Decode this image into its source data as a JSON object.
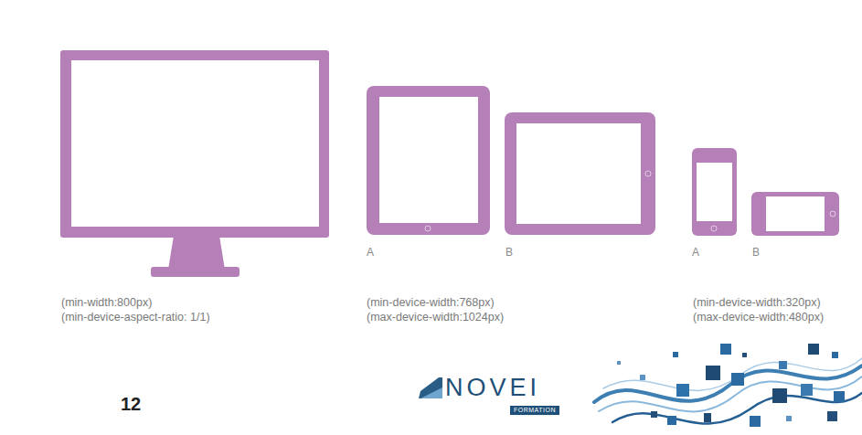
{
  "diagram": {
    "labels": [
      "A",
      "B",
      "A",
      "B",
      "(min-width:800px)",
      "(min-device-aspect-ratio: 1/1)",
      "(min-device-width:768px)",
      "(max-device-width:1024px)",
      "(min-device-width:320px)",
      "(max-device-width:480px)",
      "12",
      "NOVEI",
      "FORMATION"
    ]
  }
}
